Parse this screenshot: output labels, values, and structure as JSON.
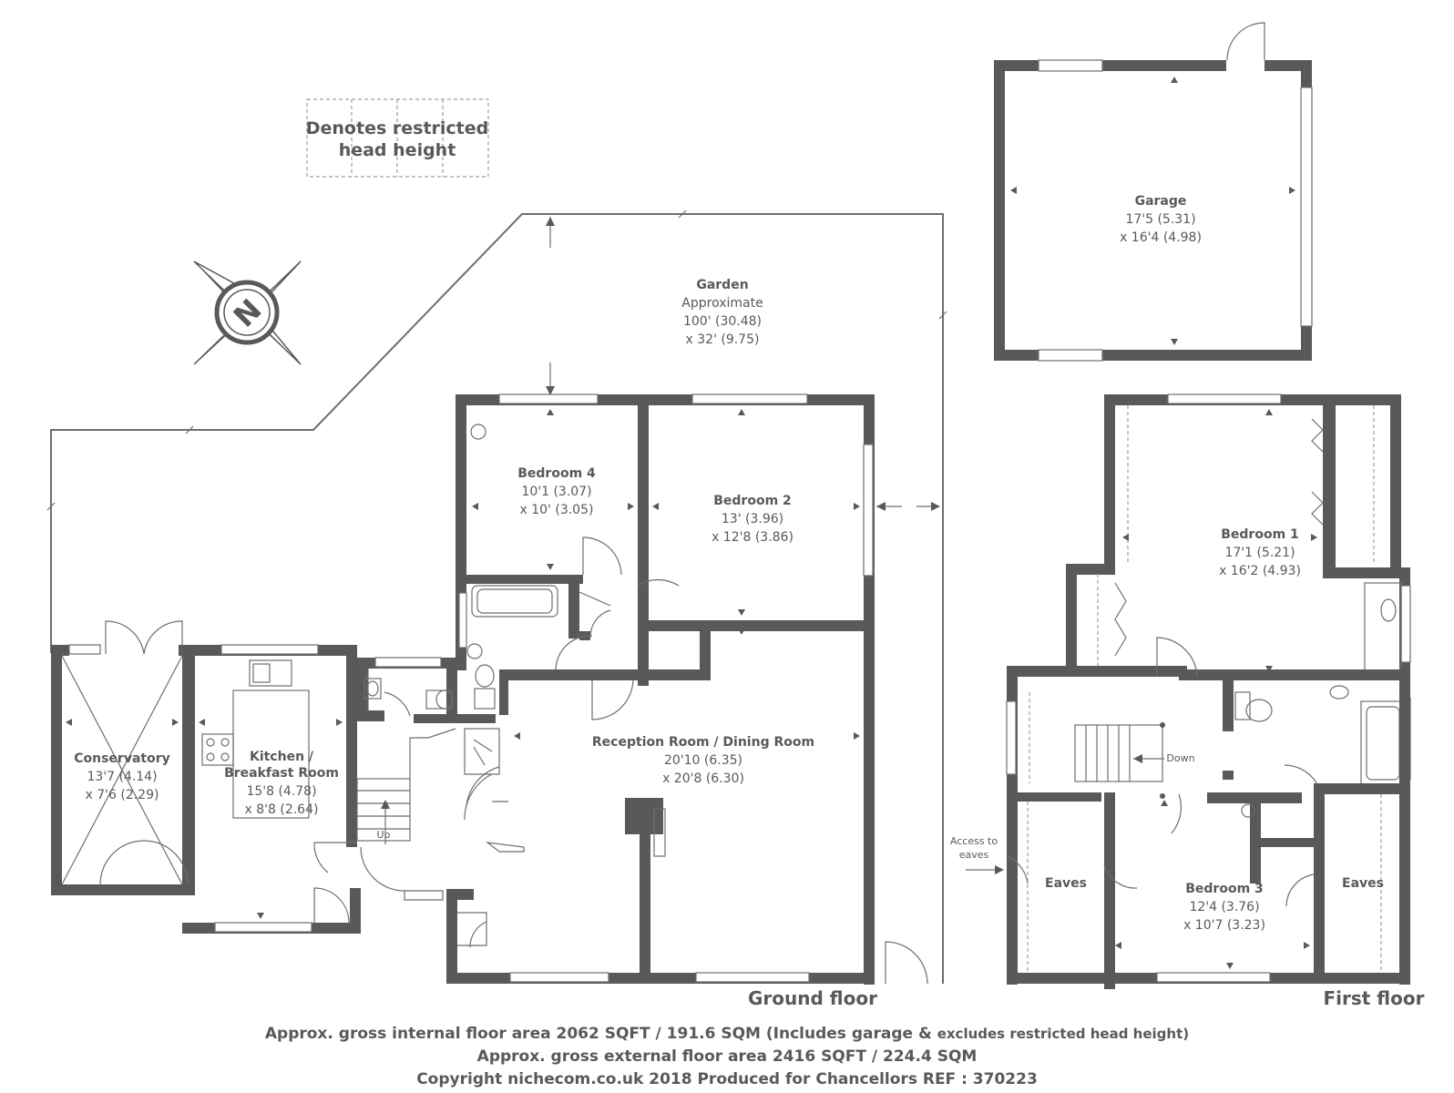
{
  "legend": {
    "line1": "Denotes restricted",
    "line2": "head height"
  },
  "compass": {
    "letter": "N"
  },
  "rooms": {
    "garden": {
      "name": "Garden",
      "note": "Approximate",
      "dim1": "100' (30.48)",
      "dim2": "x 32' (9.75)"
    },
    "garage": {
      "name": "Garage",
      "dim1": "17'5 (5.31)",
      "dim2": "x 16'4 (4.98)"
    },
    "bedroom4": {
      "name": "Bedroom 4",
      "dim1": "10'1 (3.07)",
      "dim2": "x 10' (3.05)"
    },
    "bedroom2": {
      "name": "Bedroom 2",
      "dim1": "13' (3.96)",
      "dim2": "x 12'8 (3.86)"
    },
    "reception": {
      "name": "Reception Room / Dining Room",
      "dim1": "20'10 (6.35)",
      "dim2": "x 20'8 (6.30)"
    },
    "conservatory": {
      "name": "Conservatory",
      "dim1": "13'7 (4.14)",
      "dim2": "x 7'6 (2.29)"
    },
    "kitchen": {
      "name1": "Kitchen /",
      "name2": "Breakfast Room",
      "dim1": "15'8 (4.78)",
      "dim2": "x 8'8 (2.64)"
    },
    "bedroom1": {
      "name": "Bedroom 1",
      "dim1": "17'1 (5.21)",
      "dim2": "x 16'2 (4.93)"
    },
    "bedroom3": {
      "name": "Bedroom 3",
      "dim1": "12'4 (3.76)",
      "dim2": "x 10'7 (3.23)"
    },
    "eaves_left": {
      "name": "Eaves"
    },
    "eaves_right": {
      "name": "Eaves"
    }
  },
  "labels": {
    "up": "Up",
    "down": "Down",
    "access_line1": "Access to",
    "access_line2": "eaves",
    "ground_floor": "Ground floor",
    "first_floor": "First floor"
  },
  "footer": {
    "line1a": "Approx. gross internal floor area 2062 SQFT / 191.6 SQM (Includes garage & ",
    "line1b": "excludes restricted head height)",
    "line2": "Approx. gross external floor area 2416 SQFT / 224.4 SQM",
    "line3": "Copyright nichecom.co.uk 2018 Produced for Chancellors REF : 370223"
  }
}
